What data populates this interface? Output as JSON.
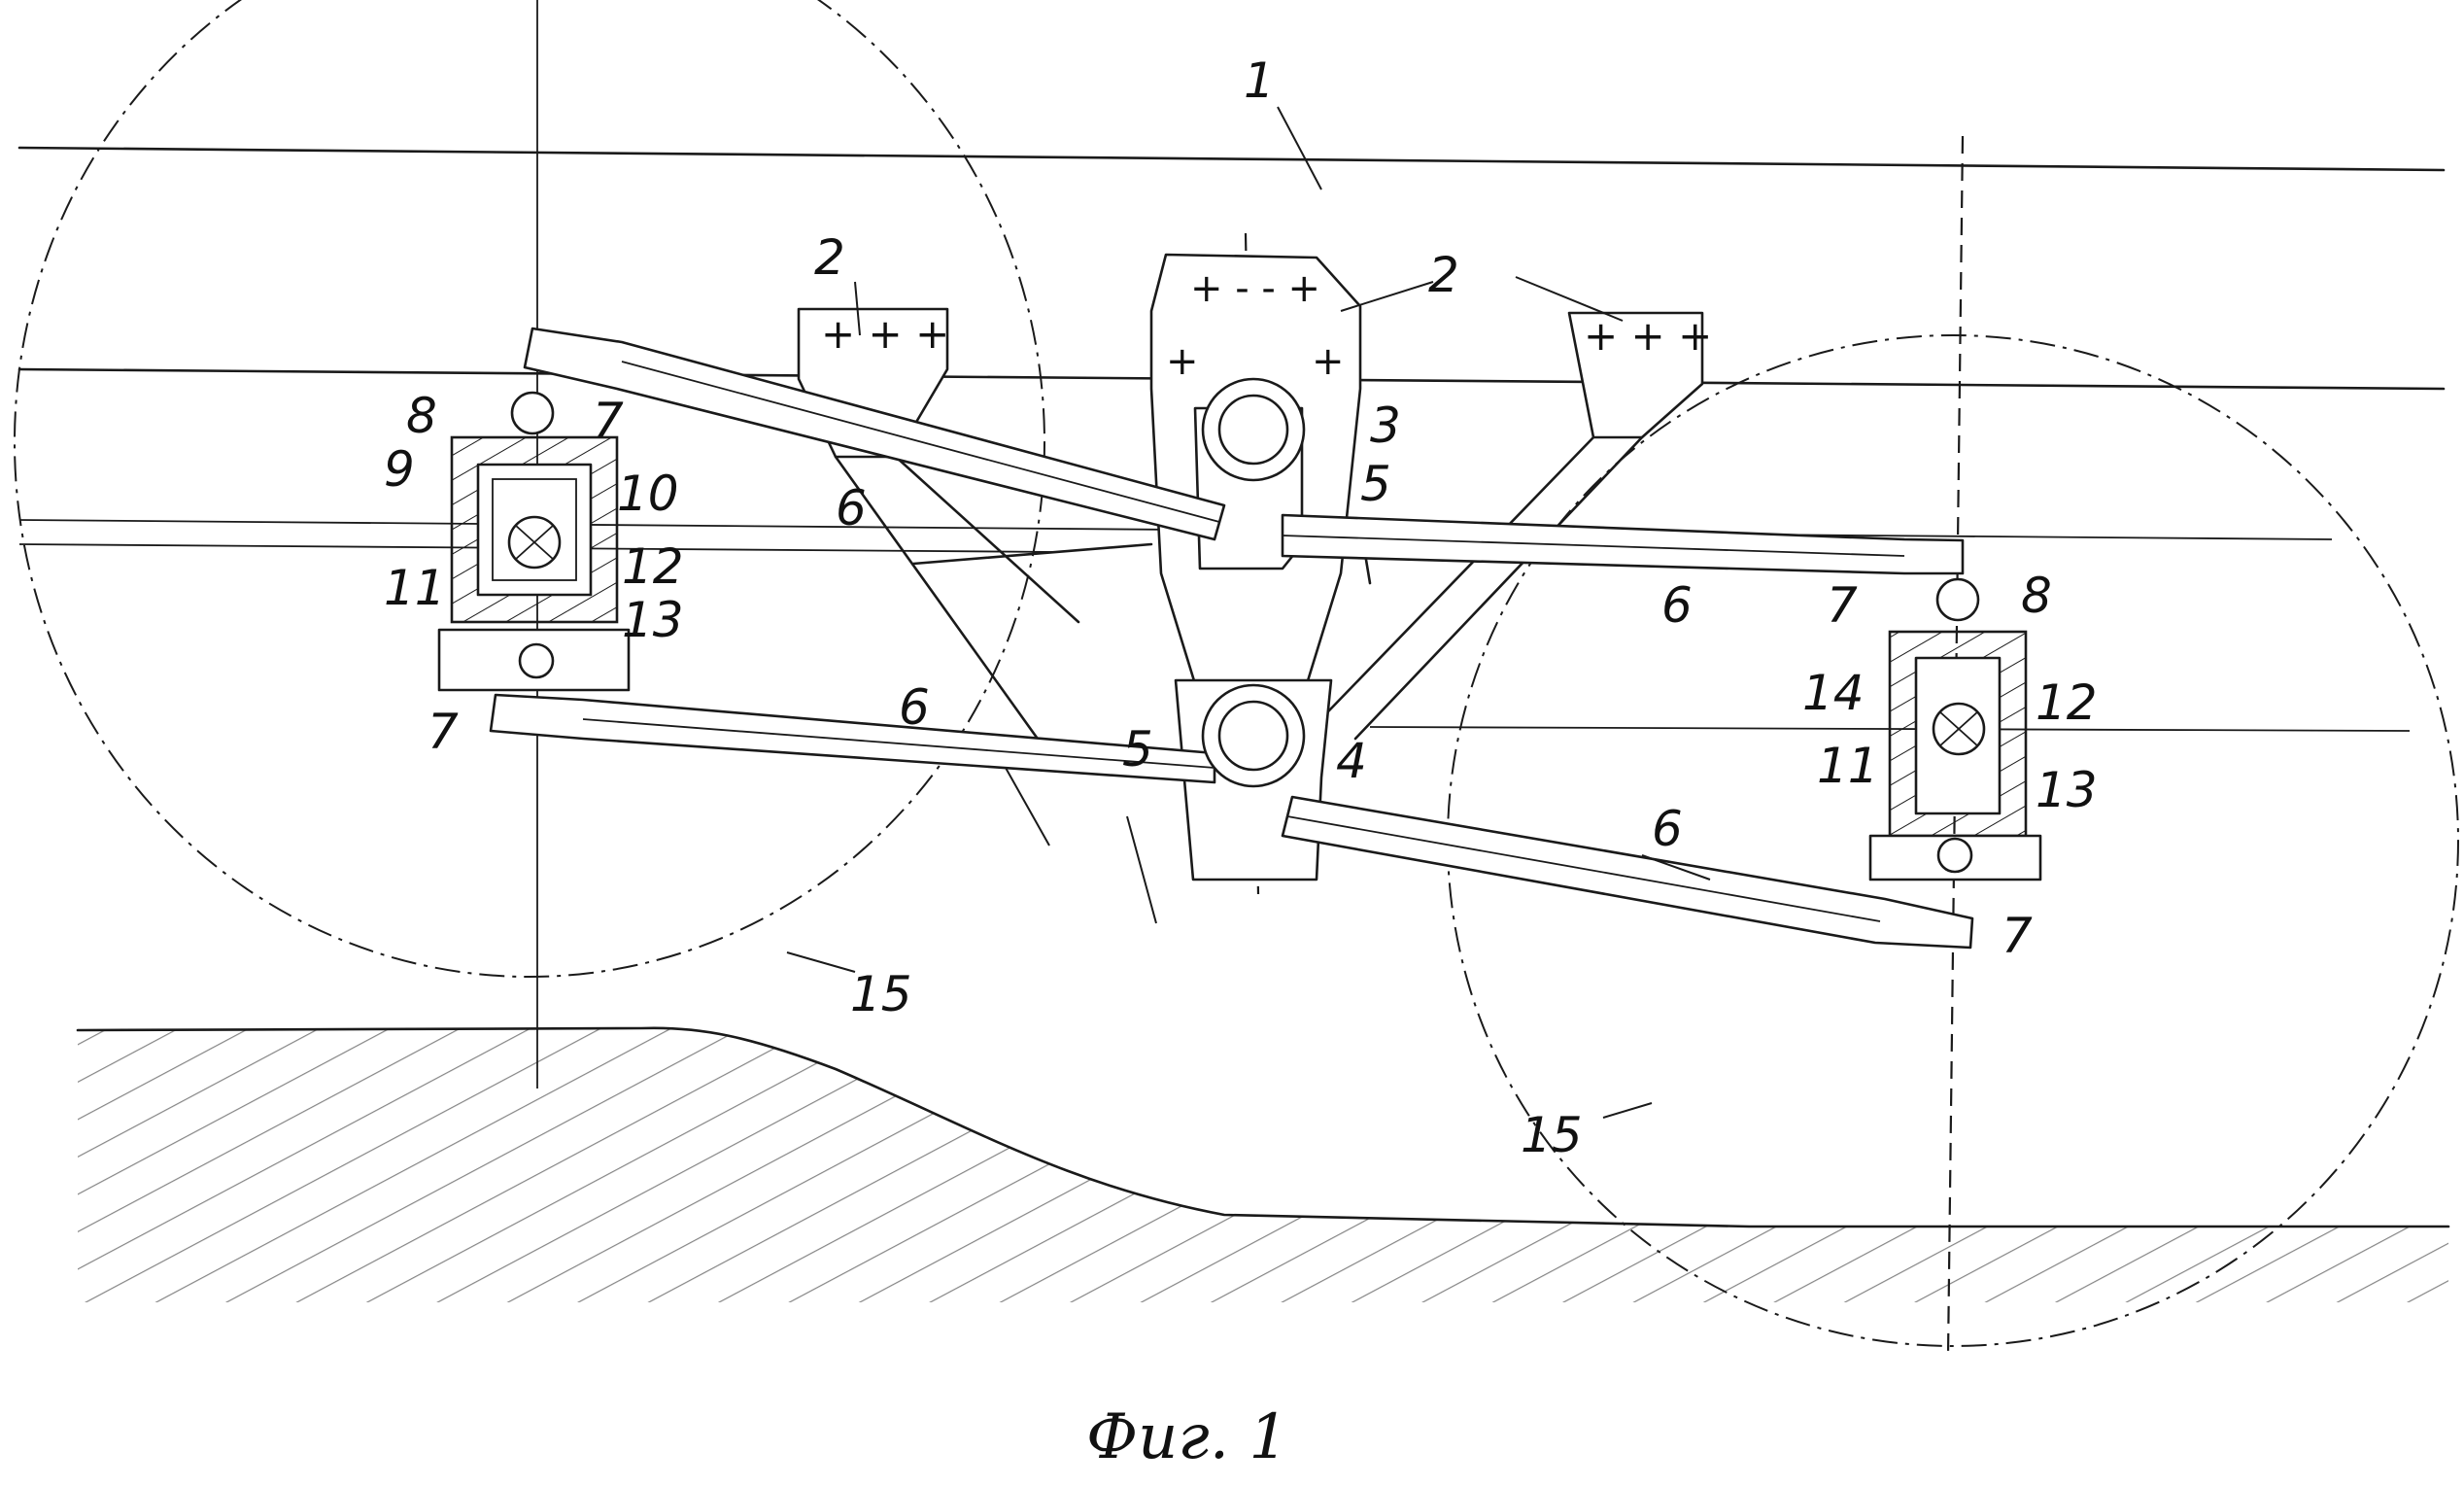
{
  "caption": "Фиг. 1",
  "labels": {
    "l1": "1",
    "l2a": "2",
    "l2b": "2",
    "l3": "3",
    "l4": "4",
    "l5a": "5",
    "l5b": "5",
    "l6a": "6",
    "l6b": "6",
    "l6c": "6",
    "l6d": "6",
    "l7a": "7",
    "l7b": "7",
    "l7c": "7",
    "l7d": "7",
    "l8a": "8",
    "l8b": "8",
    "l9": "9",
    "l10": "10",
    "l11a": "11",
    "l11b": "11",
    "l12a": "12",
    "l12b": "12",
    "l13a": "13",
    "l13b": "13",
    "l14": "14",
    "l15a": "15",
    "l15b": "15"
  }
}
